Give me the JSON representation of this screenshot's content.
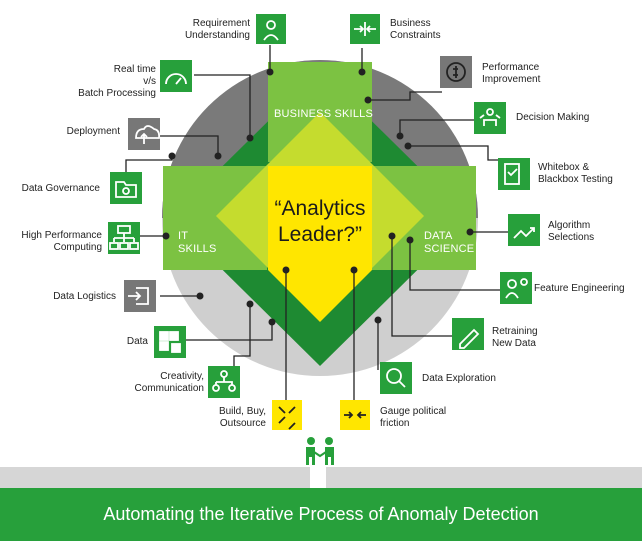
{
  "title": "Automating the Iterative Process of Anomaly Detection",
  "center": {
    "line1": "“Analytics",
    "line2": "Leader?”"
  },
  "skills": {
    "business": "BUSINESS SKILLS",
    "it": {
      "line1": "IT",
      "line2": "SKILLS"
    },
    "data_science": {
      "line1": "DATA",
      "line2": "SCIENCE"
    }
  },
  "items": {
    "requirement": {
      "line1": "Requirement",
      "line2": "Understanding",
      "icon": "person-question-icon"
    },
    "business_constraints": {
      "line1": "Business",
      "line2": "Constraints",
      "icon": "arrows-inward-icon"
    },
    "realtime": {
      "line1": "Real time",
      "line2": "v/s",
      "line3": "Batch Processing",
      "icon": "speedometer-icon"
    },
    "performance": {
      "line1": "Performance",
      "line2": "Improvement",
      "icon": "dollar-gear-icon"
    },
    "deployment": {
      "line1": "Deployment",
      "icon": "cloud-upload-icon"
    },
    "decision": {
      "line1": "Decision Making",
      "icon": "decision-person-icon"
    },
    "governance": {
      "line1": "Data Governance",
      "icon": "folder-gear-icon"
    },
    "whitebox": {
      "line1": "Whitebox &",
      "line2": "Blackbox Testing",
      "icon": "checklist-icon"
    },
    "hpc": {
      "line1": "High Performance",
      "line2": "Computing",
      "icon": "network-icon"
    },
    "algorithm": {
      "line1": "Algorithm",
      "line2": "Selections",
      "icon": "trend-line-icon"
    },
    "feature": {
      "line1": "Feature Engineering",
      "icon": "person-gears-icon"
    },
    "logistics": {
      "line1": "Data Logistics",
      "icon": "sign-in-icon"
    },
    "retraining": {
      "line1": "Retraining",
      "line2": "New Data",
      "icon": "pencil-icon"
    },
    "data": {
      "line1": "Data",
      "icon": "blocks-icon"
    },
    "exploration": {
      "line1": "Data Exploration",
      "icon": "magnifier-icon"
    },
    "creativity": {
      "line1": "Creativity,",
      "line2": "Communication",
      "icon": "org-chart-icon"
    },
    "build": {
      "line1": "Build, Buy,",
      "line2": "Outsource",
      "icon": "arrows-corners-icon"
    },
    "gauge": {
      "line1": "Gauge political",
      "line2": "friction",
      "icon": "arrows-inward-icon"
    }
  },
  "colors": {
    "green_dark": "#1e8a32",
    "green_mid": "#27a03b",
    "green_light": "#7cc242",
    "lime": "#c5dc2e",
    "yellow": "#ffe600",
    "gray_dark": "#6e6e6e",
    "gray_light": "#bdbdbd"
  }
}
